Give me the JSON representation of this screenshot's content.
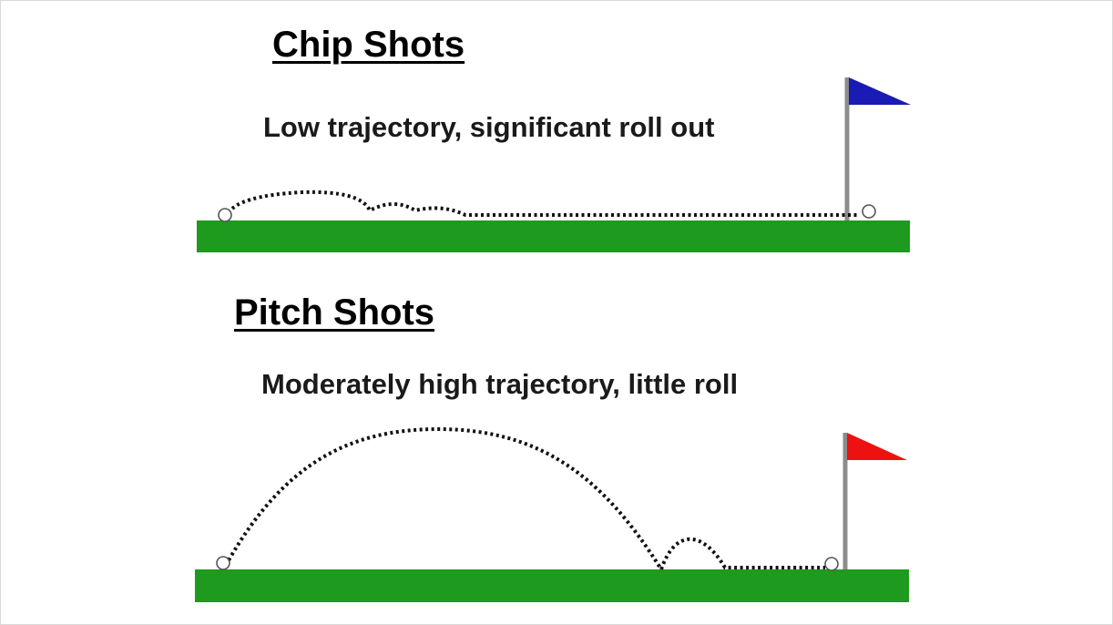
{
  "chip": {
    "title": "Chip Shots",
    "caption": "Low trajectory, significant roll out",
    "flag_color": "#1a1ab4"
  },
  "pitch": {
    "title": "Pitch Shots",
    "caption": "Moderately high trajectory, little roll",
    "flag_color": "#ee1111"
  },
  "colors": {
    "green": "#1e9a1e",
    "flagpole": "#8c8c8c",
    "path": "#111111"
  }
}
